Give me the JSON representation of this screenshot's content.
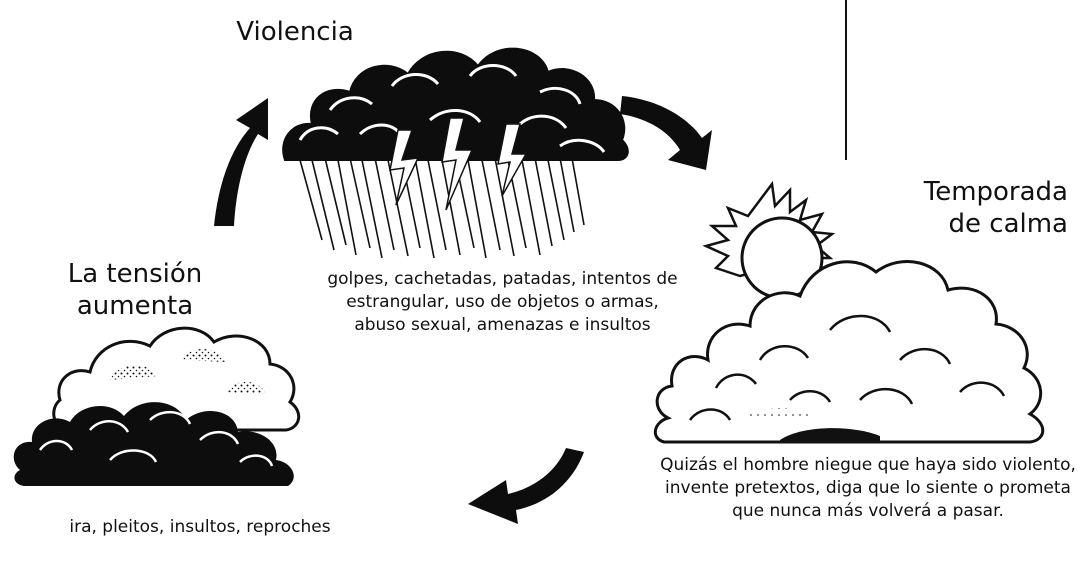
{
  "stages": {
    "violence": {
      "title": "Violencia",
      "desc": "golpes, cachetadas, patadas, intentos de estrangular, uso de objetos o armas, abuso sexual, amenazas e insultos",
      "icon": "storm-cloud-icon"
    },
    "calm": {
      "title_line1": "Temporada",
      "title_line2": "de calma",
      "desc": "Quizás el hombre niegue que haya sido violento, invente pretextos, diga que lo siente o prometa que nunca más volverá a pasar.",
      "icon": "sun-cloud-icon"
    },
    "tension": {
      "title_line1": "La tensión",
      "title_line2": "aumenta",
      "desc": "ira, pleitos, insultos, reproches",
      "icon": "dark-cloud-icon"
    }
  },
  "colors": {
    "ink": "#111111",
    "background": "#ffffff"
  }
}
